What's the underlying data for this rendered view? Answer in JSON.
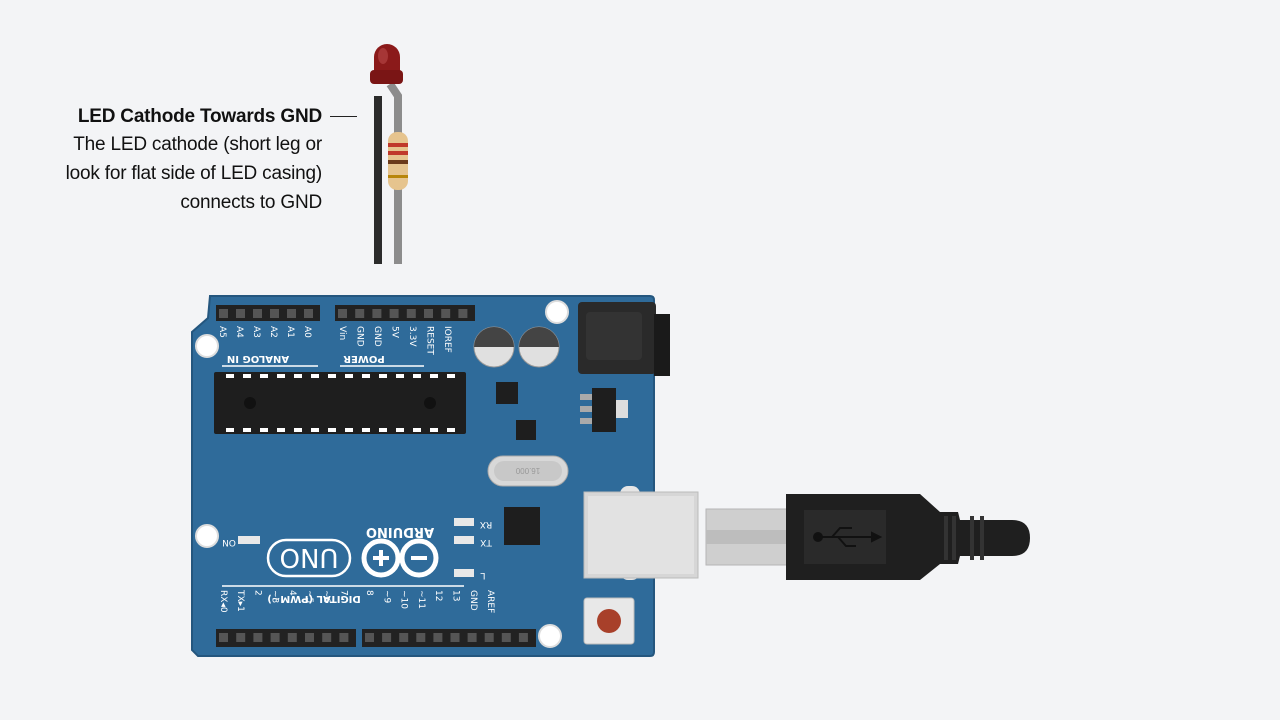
{
  "callout": {
    "title": "LED Cathode Towards GND",
    "lines": [
      "The LED cathode (short leg or",
      "look for flat side of LED casing)",
      "connects to GND"
    ]
  },
  "board": {
    "brand": "ARDUINO",
    "model": "UNO",
    "section_analog": "ANALOG IN",
    "section_power": "POWER",
    "section_digital": "DIGITAL (PWM~)",
    "analog_pins": [
      "A5",
      "A4",
      "A3",
      "A2",
      "A1",
      "A0"
    ],
    "power_pins": [
      "Vin",
      "GND",
      "GND",
      "5V",
      "3.3V",
      "RESET",
      "IOREF"
    ],
    "digital_pins_low": [
      "RX◂0",
      "TX▸1",
      "2",
      "~3",
      "4",
      "~5",
      "~6",
      "7"
    ],
    "digital_pins_high": [
      "8",
      "~9",
      "~10",
      "~11",
      "12",
      "13",
      "GND",
      "AREF"
    ],
    "led_labels": [
      "RX",
      "TX",
      "L",
      "ON"
    ],
    "crystal_text": "16.000"
  },
  "colors": {
    "background": "#f3f4f6",
    "board": "#2f6b9a",
    "board_edge": "#24567e",
    "header": "#222222",
    "led_red": "#8b1a1a",
    "wire_black": "#2b2b2b",
    "wire_gray": "#8c8c8c"
  }
}
